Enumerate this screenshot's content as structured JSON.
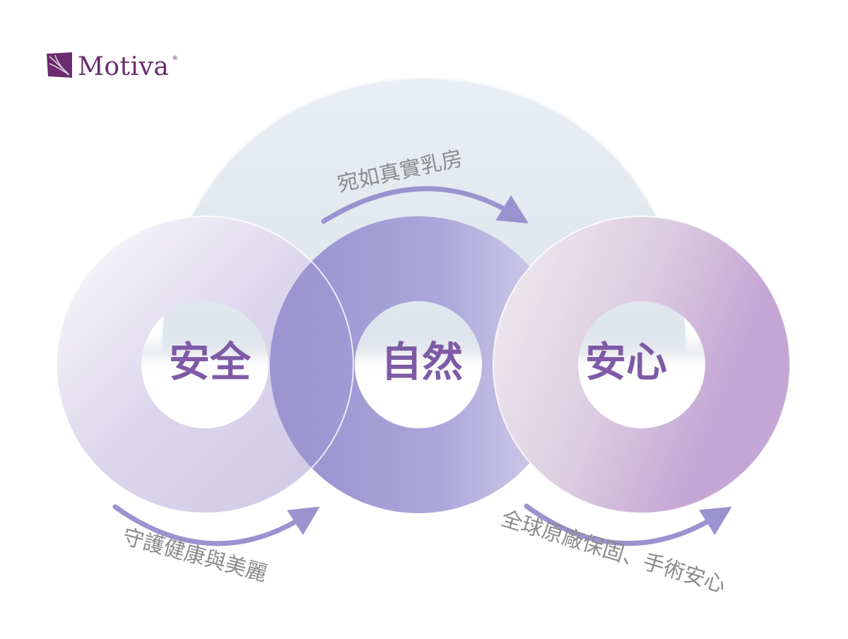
{
  "brand": {
    "name": "Motiva",
    "registered_mark": "®",
    "logo_icon": "leaf-emblem-icon",
    "color": "#6b2b6e"
  },
  "pillars": {
    "left": {
      "label": "安全"
    },
    "center": {
      "label": "自然"
    },
    "right": {
      "label": "安心"
    }
  },
  "captions": {
    "top": "宛如真實乳房",
    "bottom_left": "守護健康與美麗",
    "bottom_right": "全球原廠保固、手術安心"
  },
  "colors": {
    "label_purple": "#7e5aa6",
    "caption_gray": "#8b8b8b",
    "arrow_purple": "#9b92d0",
    "dome": "#e4eaf0",
    "ring_left": "#d9d3ea",
    "ring_center": "#a59fd6",
    "ring_right": "#c5aed8"
  }
}
